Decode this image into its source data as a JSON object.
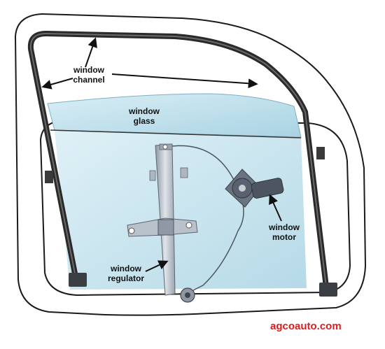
{
  "labels": {
    "window_channel": [
      "window",
      "channel"
    ],
    "window_glass": [
      "window",
      "glass"
    ],
    "window_motor": [
      "window",
      "motor"
    ],
    "window_regulator": [
      "window",
      "regulator"
    ]
  },
  "watermark": "agcoauto.com",
  "colors": {
    "glass_fill": "#bfe0ec",
    "channel": "#2a2a2a",
    "regulator_rail": "#b8c0cc",
    "motor": "#5a6370",
    "watermark": "#d81e1e",
    "outline": "#1a1a1a"
  }
}
